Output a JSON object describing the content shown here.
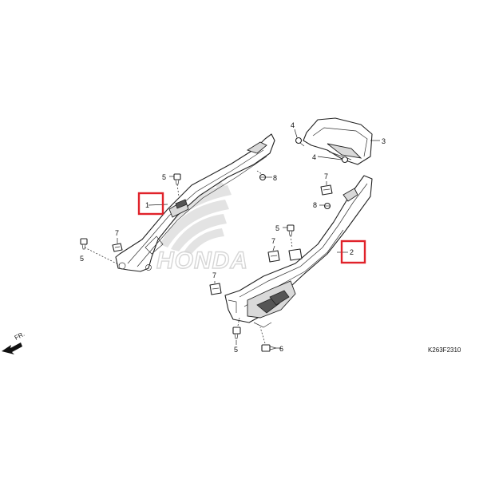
{
  "callouts": {
    "p1": "1",
    "p2": "2",
    "p3": "3",
    "p4a": "4",
    "p4b": "4",
    "p5a": "5",
    "p5b": "5",
    "p5c": "5",
    "p5d": "5",
    "p6": "6",
    "p7a": "7",
    "p7b": "7",
    "p7c": "7",
    "p7d": "7",
    "p8a": "8",
    "p8b": "8"
  },
  "drawing_code": "K263F2310",
  "direction_label": "FR.",
  "watermark": {
    "brand": "HONDA",
    "logo": "honda-wing-logo"
  },
  "highlight_color": "#e0222a"
}
